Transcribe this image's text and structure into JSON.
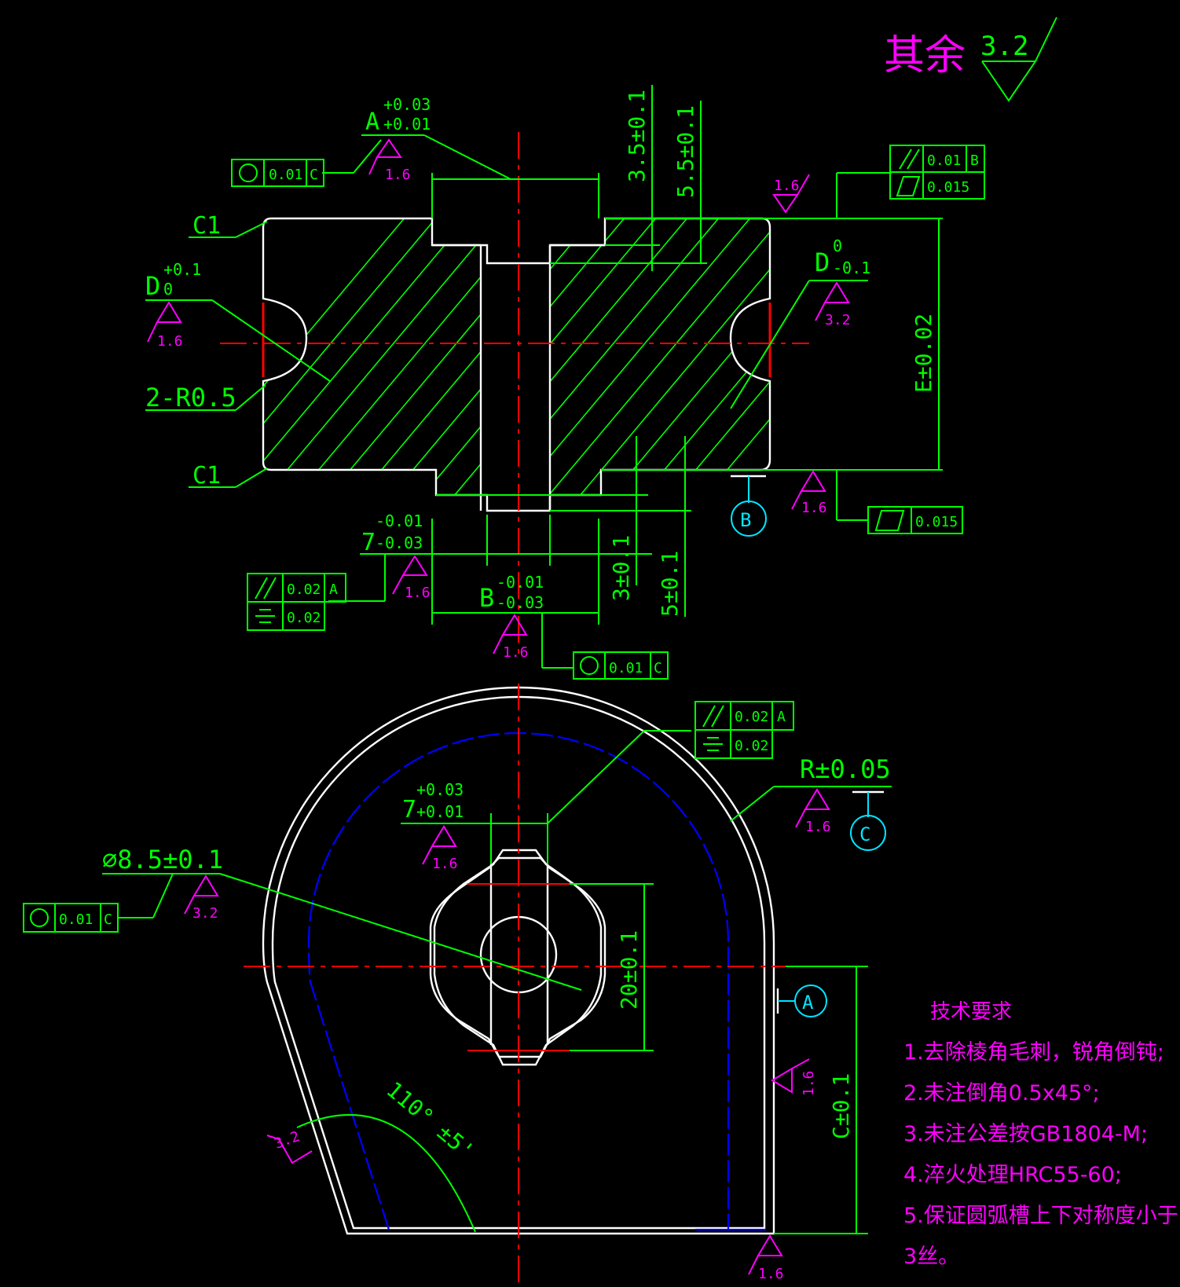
{
  "drawing": {
    "roughness_general": {
      "prefix": "其余",
      "value": "3.2"
    },
    "colors": {
      "background": "#000000",
      "dimension": "#00ff00",
      "outline": "#ffffff",
      "centerline": "#ff0000",
      "hidden": "#0000ff",
      "annotation": "#ff00ff",
      "datum": "#00e5ff"
    },
    "section_view": {
      "dim_A": {
        "base": "A",
        "upper": "+0.03",
        "lower": "+0.01"
      },
      "dim_D_left": {
        "base": "D",
        "upper": "+0.1",
        "lower": "0"
      },
      "dim_D_right": {
        "base": "D",
        "upper": "0",
        "lower": "-0.1"
      },
      "dim_7": {
        "base": "7",
        "upper": "-0.01",
        "lower": "-0.03"
      },
      "dim_B": {
        "base": "B",
        "upper": "-0.01",
        "lower": "-0.03"
      },
      "dim_E": "E±0.02",
      "dim_3_5": "3.5±0.1",
      "dim_5_5": "5.5±0.1",
      "dim_3": "3±0.1",
      "dim_5": "5±0.1",
      "chamfer_top": "C1",
      "chamfer_bottom": "C1",
      "radius": "2-R0.5",
      "roughness": [
        "1.6",
        "1.6",
        "3.2",
        "1.6",
        "1.6",
        "1.6",
        "1.6"
      ],
      "fcf_A": {
        "symbol": "concentricity",
        "tol": "0.01",
        "datum": "C"
      },
      "fcf_top_right": [
        {
          "symbol": "parallelism",
          "tol": "0.01",
          "datum": "B"
        },
        {
          "symbol": "flatness",
          "tol": "0.015"
        }
      ],
      "fcf_bottom_right": {
        "symbol": "flatness",
        "tol": "0.015"
      },
      "fcf_7": [
        {
          "symbol": "parallelism",
          "tol": "0.02",
          "datum": "A"
        },
        {
          "symbol": "symmetry",
          "tol": "0.02"
        }
      ],
      "fcf_B": {
        "symbol": "concentricity",
        "tol": "0.01",
        "datum": "C"
      },
      "datum_B": "B"
    },
    "plan_view": {
      "dim_7": {
        "base": "7",
        "upper": "+0.03",
        "lower": "+0.01"
      },
      "dim_dia": "⌀8.5±0.1",
      "dim_20": "20±0.1",
      "dim_R": "R±0.05",
      "dim_C": "C±0.1",
      "angle": "110° ±5'",
      "roughness": [
        "1.6",
        "3.2",
        "1.6",
        "1.6",
        "1.6",
        "3.2"
      ],
      "fcf_dia": {
        "symbol": "concentricity",
        "tol": "0.01",
        "datum": "C"
      },
      "fcf_7": [
        {
          "symbol": "parallelism",
          "tol": "0.02",
          "datum": "A"
        },
        {
          "symbol": "symmetry",
          "tol": "0.02"
        }
      ],
      "datum_A": "A",
      "datum_C": "C"
    },
    "technical_requirements": {
      "title": "技术要求",
      "items": [
        "1.去除棱角毛刺，锐角倒钝;",
        "2.未注倒角0.5x45°;",
        "3.未注公差按GB1804-M;",
        "4.淬火处理HRC55-60;",
        "5.保证圆弧槽上下对称度小于3丝。"
      ]
    }
  }
}
